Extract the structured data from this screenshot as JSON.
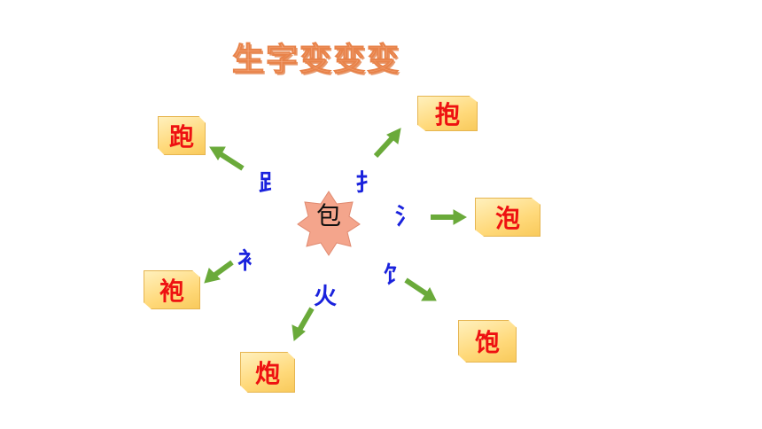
{
  "title": "生字变变变",
  "center": "包",
  "radicals": {
    "foot": "⻊",
    "hand": "扌",
    "water": "氵",
    "clothes": "衤",
    "fire": "火",
    "food": "饣"
  },
  "cards": {
    "pao_run": "跑",
    "bao_hug": "抱",
    "pao_bubble": "泡",
    "pao_robe": "袍",
    "pao_cannon": "炮",
    "bao_full": "饱"
  },
  "colors": {
    "title": "#f6b08a",
    "card_text": "#ee1111",
    "radical": "#1a22dd",
    "arrow": "#6aaa3a",
    "star_fill": "#f4a58c"
  }
}
